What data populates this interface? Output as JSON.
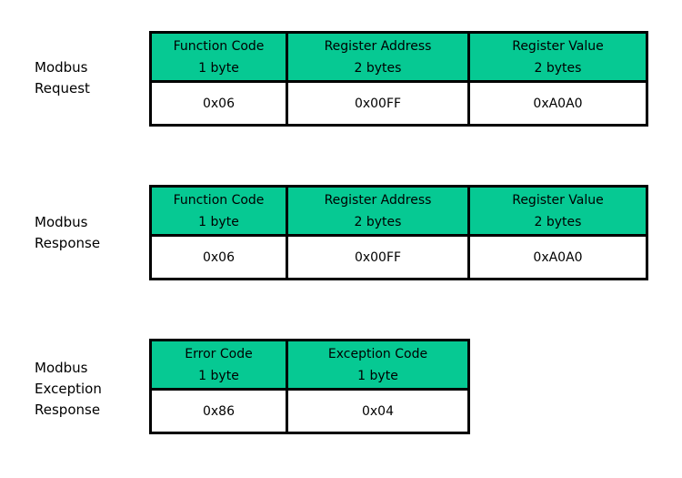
{
  "palette": {
    "header_bg": "#06c993",
    "border": "#000000",
    "value_bg": "#ffffff",
    "text": "#000000",
    "page_bg": "#ffffff"
  },
  "sections": [
    {
      "label_lines": [
        "Modbus",
        "Request"
      ],
      "fields": [
        {
          "name": "Function Code",
          "size": "1 byte",
          "value": "0x06"
        },
        {
          "name": "Register Address",
          "size": "2 bytes",
          "value": "0x00FF"
        },
        {
          "name": "Register Value",
          "size": "2 bytes",
          "value": "0xA0A0"
        }
      ]
    },
    {
      "label_lines": [
        "Modbus",
        "Response"
      ],
      "fields": [
        {
          "name": "Function Code",
          "size": "1 byte",
          "value": "0x06"
        },
        {
          "name": "Register Address",
          "size": "2 bytes",
          "value": "0x00FF"
        },
        {
          "name": "Register Value",
          "size": "2 bytes",
          "value": "0xA0A0"
        }
      ]
    },
    {
      "label_lines": [
        "Modbus",
        "Exception",
        "Response"
      ],
      "fields": [
        {
          "name": "Error Code",
          "size": "1 byte",
          "value": "0x86"
        },
        {
          "name": "Exception Code",
          "size": "1 byte",
          "value": "0x04"
        }
      ]
    }
  ]
}
